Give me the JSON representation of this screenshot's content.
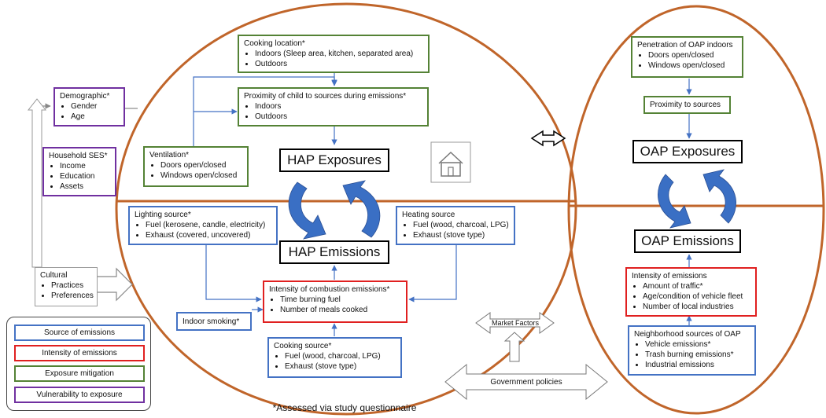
{
  "cooking_location": {
    "title": "Cooking location*",
    "items": [
      "Indoors (Sleep area, kitchen, separated area)",
      "Outdoors"
    ]
  },
  "proximity_child": {
    "title": "Proximity of child to sources during emissions*",
    "items": [
      "Indoors",
      "Outdoors"
    ]
  },
  "demographic": {
    "title": "Demographic*",
    "items": [
      "Gender",
      "Age"
    ]
  },
  "household_ses": {
    "title": "Household SES*",
    "items": [
      "Income",
      "Education",
      "Assets"
    ]
  },
  "ventilation": {
    "title": "Ventilation*",
    "items": [
      "Doors open/closed",
      "Windows open/closed"
    ]
  },
  "hap_exposures": "HAP Exposures",
  "hap_emissions": "HAP Emissions",
  "lighting_source": {
    "title": "Lighting source*",
    "items": [
      "Fuel (kerosene, candle, electricity)",
      "Exhaust (covered, uncovered)"
    ]
  },
  "heating_source": {
    "title": "Heating source",
    "items": [
      "Fuel (wood, charcoal, LPG)",
      "Exhaust (stove type)"
    ]
  },
  "cultural": {
    "title": "Cultural",
    "items": [
      "Practices",
      "Preferences"
    ]
  },
  "intensity_combustion": {
    "title": "Intensity of combustion emissions*",
    "items": [
      "Time burning fuel",
      "Number of meals cooked"
    ]
  },
  "indoor_smoking": "Indoor smoking*",
  "cooking_source": {
    "title": "Cooking source*",
    "items": [
      "Fuel (wood, charcoal, LPG)",
      "Exhaust (stove type)"
    ]
  },
  "penetration_oap": {
    "title": "Penetration of OAP indoors",
    "items": [
      "Doors open/closed",
      "Windows open/closed"
    ]
  },
  "proximity_sources": "Proximity to sources",
  "oap_exposures": "OAP Exposures",
  "oap_emissions": "OAP Emissions",
  "intensity_emissions": {
    "title": "Intensity of emissions",
    "items": [
      "Amount of traffic*",
      "Age/condition of vehicle fleet",
      "Number of local industries"
    ]
  },
  "neighborhood_sources": {
    "title": "Neighborhood sources of OAP",
    "items": [
      "Vehicle emissions*",
      "Trash burning emissions*",
      "Industrial emissions"
    ]
  },
  "market_factors": "Market Factors",
  "government_policies": "Government policies",
  "legend": {
    "items": [
      {
        "label": "Source of emissions",
        "color": "#4472c4"
      },
      {
        "label": "Intensity of emissions",
        "color": "#e02020"
      },
      {
        "label": "Exposure mitigation",
        "color": "#548235"
      },
      {
        "label": "Vulnerability to exposure",
        "color": "#7030a0"
      }
    ]
  },
  "footnote": "*Assessed via study questionnaire",
  "colors": {
    "ellipse": "#c0652a",
    "arrow": "#4472c4",
    "cycle": "#3a6fc4"
  }
}
